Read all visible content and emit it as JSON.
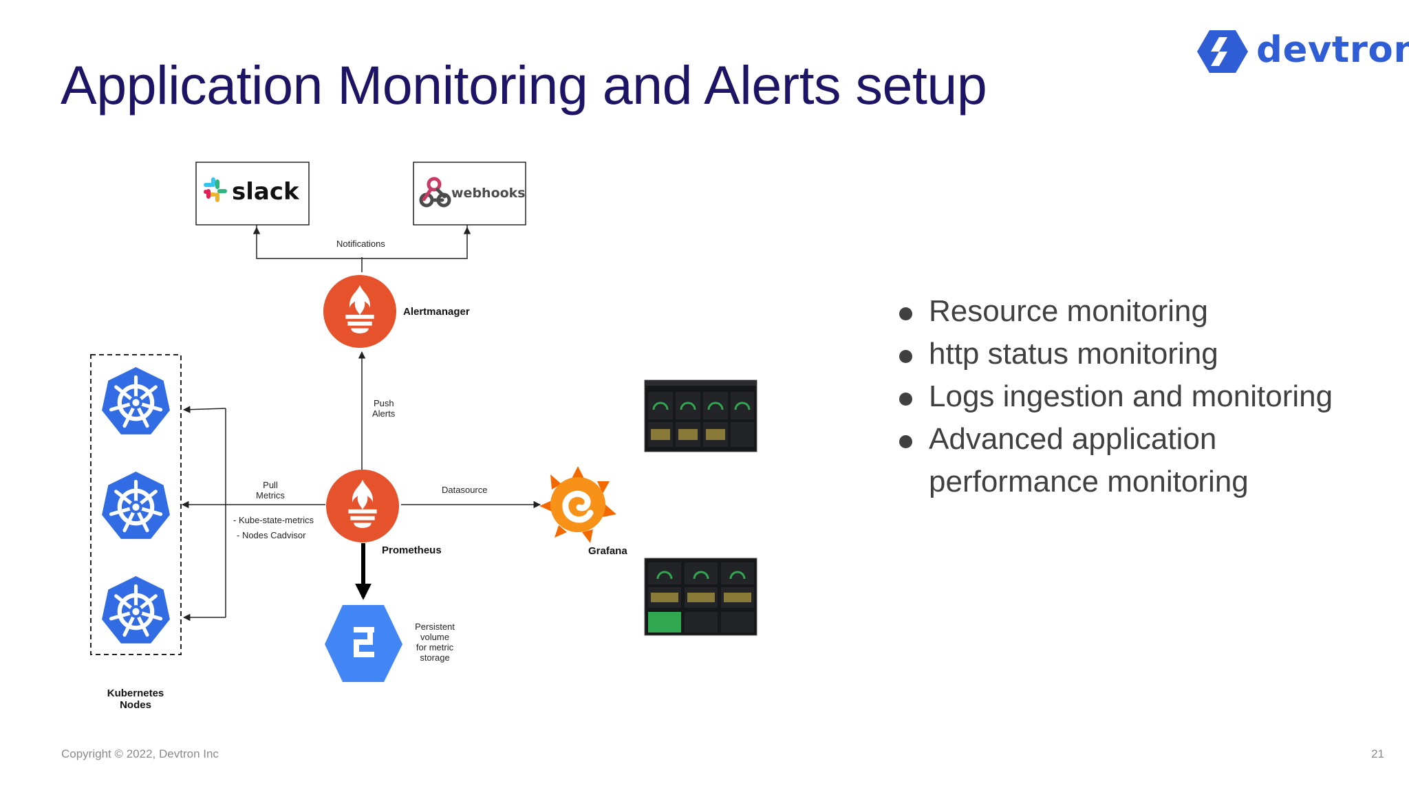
{
  "slide": {
    "title": "Application Monitoring and Alerts setup",
    "logo_text": "devtron",
    "footer": "Copyright © 2022, Devtron Inc",
    "page_number": "21"
  },
  "bullets": {
    "items": [
      "Resource monitoring",
      "http status monitoring",
      "Logs ingestion and monitoring",
      "Advanced application"
    ],
    "continuation": "performance monitoring"
  },
  "diagram": {
    "slack_label": "slack",
    "webhooks_label": "webhooks",
    "notifications_label": "Notifications",
    "alertmanager_label": "Alertmanager",
    "push_label_1": "Push",
    "push_label_2": "Alerts",
    "pull_label_1": "Pull",
    "pull_label_2": "Metrics",
    "kube_state_metrics": "- Kube-state-metrics",
    "nodes_cadvisor": "- Nodes Cadvisor",
    "prometheus_label": "Prometheus",
    "datasource_label": "Datasource",
    "grafana_label": "Grafana",
    "storage_label_1": "Persistent",
    "storage_label_2": "volume",
    "storage_label_3": "for metric",
    "storage_label_4": "storage",
    "k8s_label_1": "Kubernetes",
    "k8s_label_2": "Nodes"
  },
  "colors": {
    "title": "#1d1466",
    "devtron_blue": "#2f5dd6",
    "prometheus_orange": "#e6522c",
    "kubernetes_blue": "#326ce5",
    "storage_blue": "#4285f4",
    "grafana_orange": "#f46800"
  },
  "icons": [
    "devtron-logo-icon",
    "slack-icon",
    "webhooks-icon",
    "prometheus-icon",
    "kubernetes-icon",
    "storage-icon",
    "grafana-icon"
  ]
}
